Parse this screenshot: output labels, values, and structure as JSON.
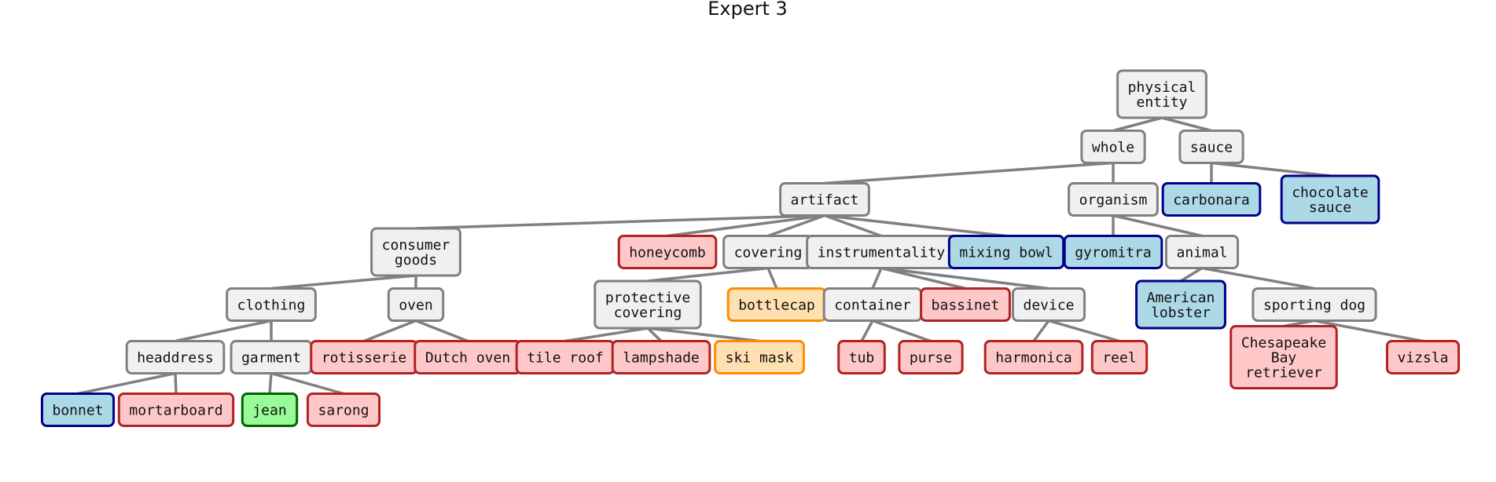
{
  "title": "Expert 3",
  "colors": {
    "edge": "#808080",
    "internal": {
      "fill": "#f0f0f0",
      "stroke": "#808080"
    },
    "red": {
      "fill": "#ffc8c8",
      "stroke": "#b22222"
    },
    "blue": {
      "fill": "#add8e6",
      "stroke": "#00008b"
    },
    "orange": {
      "fill": "#ffe0b0",
      "stroke": "#ff8c00"
    },
    "green": {
      "fill": "#98fb98",
      "stroke": "#006400"
    }
  },
  "nodes": [
    {
      "id": "physical_entity",
      "label": "physical entity",
      "lines": [
        "physical",
        "entity"
      ],
      "style": "internal"
    },
    {
      "id": "whole",
      "label": "whole",
      "lines": [
        "whole"
      ],
      "style": "internal"
    },
    {
      "id": "sauce",
      "label": "sauce",
      "lines": [
        "sauce"
      ],
      "style": "internal"
    },
    {
      "id": "artifact",
      "label": "artifact",
      "lines": [
        "artifact"
      ],
      "style": "internal"
    },
    {
      "id": "organism",
      "label": "organism",
      "lines": [
        "organism"
      ],
      "style": "internal"
    },
    {
      "id": "carbonara",
      "label": "carbonara",
      "lines": [
        "carbonara"
      ],
      "style": "blue"
    },
    {
      "id": "chocolate_sauce",
      "label": "chocolate sauce",
      "lines": [
        "chocolate",
        "sauce"
      ],
      "style": "blue"
    },
    {
      "id": "consumer_goods",
      "label": "consumer goods",
      "lines": [
        "consumer",
        "goods"
      ],
      "style": "internal"
    },
    {
      "id": "honeycomb",
      "label": "honeycomb",
      "lines": [
        "honeycomb"
      ],
      "style": "red"
    },
    {
      "id": "covering",
      "label": "covering",
      "lines": [
        "covering"
      ],
      "style": "internal"
    },
    {
      "id": "instrumentality",
      "label": "instrumentality",
      "lines": [
        "instrumentality"
      ],
      "style": "internal"
    },
    {
      "id": "mixing_bowl",
      "label": "mixing bowl",
      "lines": [
        "mixing bowl"
      ],
      "style": "blue"
    },
    {
      "id": "gyromitra",
      "label": "gyromitra",
      "lines": [
        "gyromitra"
      ],
      "style": "blue"
    },
    {
      "id": "animal",
      "label": "animal",
      "lines": [
        "animal"
      ],
      "style": "internal"
    },
    {
      "id": "clothing",
      "label": "clothing",
      "lines": [
        "clothing"
      ],
      "style": "internal"
    },
    {
      "id": "oven",
      "label": "oven",
      "lines": [
        "oven"
      ],
      "style": "internal"
    },
    {
      "id": "protective_covering",
      "label": "protective covering",
      "lines": [
        "protective",
        "covering"
      ],
      "style": "internal"
    },
    {
      "id": "bottlecap",
      "label": "bottlecap",
      "lines": [
        "bottlecap"
      ],
      "style": "orange"
    },
    {
      "id": "container",
      "label": "container",
      "lines": [
        "container"
      ],
      "style": "internal"
    },
    {
      "id": "bassinet",
      "label": "bassinet",
      "lines": [
        "bassinet"
      ],
      "style": "red"
    },
    {
      "id": "device",
      "label": "device",
      "lines": [
        "device"
      ],
      "style": "internal"
    },
    {
      "id": "american_lobster",
      "label": "American lobster",
      "lines": [
        "American",
        "lobster"
      ],
      "style": "blue"
    },
    {
      "id": "sporting_dog",
      "label": "sporting dog",
      "lines": [
        "sporting dog"
      ],
      "style": "internal"
    },
    {
      "id": "headdress",
      "label": "headdress",
      "lines": [
        "headdress"
      ],
      "style": "internal"
    },
    {
      "id": "garment",
      "label": "garment",
      "lines": [
        "garment"
      ],
      "style": "internal"
    },
    {
      "id": "rotisserie",
      "label": "rotisserie",
      "lines": [
        "rotisserie"
      ],
      "style": "red"
    },
    {
      "id": "dutch_oven",
      "label": "Dutch oven",
      "lines": [
        "Dutch oven"
      ],
      "style": "red"
    },
    {
      "id": "tile_roof",
      "label": "tile roof",
      "lines": [
        "tile roof"
      ],
      "style": "red"
    },
    {
      "id": "lampshade",
      "label": "lampshade",
      "lines": [
        "lampshade"
      ],
      "style": "red"
    },
    {
      "id": "ski_mask",
      "label": "ski mask",
      "lines": [
        "ski mask"
      ],
      "style": "orange"
    },
    {
      "id": "tub",
      "label": "tub",
      "lines": [
        "tub"
      ],
      "style": "red"
    },
    {
      "id": "purse",
      "label": "purse",
      "lines": [
        "purse"
      ],
      "style": "red"
    },
    {
      "id": "harmonica",
      "label": "harmonica",
      "lines": [
        "harmonica"
      ],
      "style": "red"
    },
    {
      "id": "reel",
      "label": "reel",
      "lines": [
        "reel"
      ],
      "style": "red"
    },
    {
      "id": "chesapeake_bay_retriever",
      "label": "Chesapeake Bay retriever",
      "lines": [
        "Chesapeake",
        "Bay",
        "retriever"
      ],
      "style": "red"
    },
    {
      "id": "vizsla",
      "label": "vizsla",
      "lines": [
        "vizsla"
      ],
      "style": "red"
    },
    {
      "id": "bonnet",
      "label": "bonnet",
      "lines": [
        "bonnet"
      ],
      "style": "blue"
    },
    {
      "id": "mortarboard",
      "label": "mortarboard",
      "lines": [
        "mortarboard"
      ],
      "style": "red"
    },
    {
      "id": "jean",
      "label": "jean",
      "lines": [
        "jean"
      ],
      "style": "green"
    },
    {
      "id": "sarong",
      "label": "sarong",
      "lines": [
        "sarong"
      ],
      "style": "red"
    }
  ],
  "edges": [
    [
      "physical_entity",
      "whole"
    ],
    [
      "physical_entity",
      "sauce"
    ],
    [
      "whole",
      "artifact"
    ],
    [
      "whole",
      "organism"
    ],
    [
      "sauce",
      "carbonara"
    ],
    [
      "sauce",
      "chocolate_sauce"
    ],
    [
      "artifact",
      "consumer_goods"
    ],
    [
      "artifact",
      "honeycomb"
    ],
    [
      "artifact",
      "covering"
    ],
    [
      "artifact",
      "instrumentality"
    ],
    [
      "artifact",
      "mixing_bowl"
    ],
    [
      "organism",
      "gyromitra"
    ],
    [
      "organism",
      "animal"
    ],
    [
      "consumer_goods",
      "clothing"
    ],
    [
      "consumer_goods",
      "oven"
    ],
    [
      "covering",
      "protective_covering"
    ],
    [
      "covering",
      "bottlecap"
    ],
    [
      "instrumentality",
      "container"
    ],
    [
      "instrumentality",
      "bassinet"
    ],
    [
      "instrumentality",
      "device"
    ],
    [
      "animal",
      "american_lobster"
    ],
    [
      "animal",
      "sporting_dog"
    ],
    [
      "clothing",
      "headdress"
    ],
    [
      "clothing",
      "garment"
    ],
    [
      "oven",
      "rotisserie"
    ],
    [
      "oven",
      "dutch_oven"
    ],
    [
      "protective_covering",
      "tile_roof"
    ],
    [
      "protective_covering",
      "lampshade"
    ],
    [
      "protective_covering",
      "ski_mask"
    ],
    [
      "container",
      "tub"
    ],
    [
      "container",
      "purse"
    ],
    [
      "device",
      "harmonica"
    ],
    [
      "device",
      "reel"
    ],
    [
      "sporting_dog",
      "chesapeake_bay_retriever"
    ],
    [
      "sporting_dog",
      "vizsla"
    ],
    [
      "headdress",
      "bonnet"
    ],
    [
      "headdress",
      "mortarboard"
    ],
    [
      "garment",
      "jean"
    ],
    [
      "garment",
      "sarong"
    ]
  ]
}
